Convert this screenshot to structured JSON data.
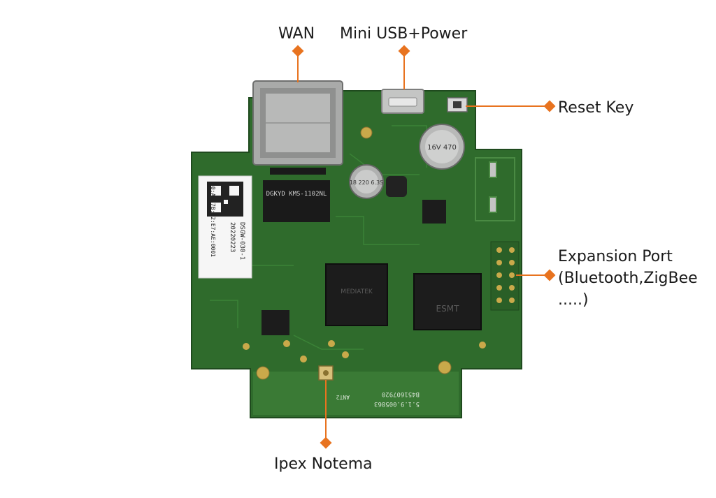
{
  "labels": {
    "wan": "WAN",
    "mini_usb_power": "Mini USB+Power",
    "reset_key": "Reset Key",
    "expansion_port": [
      "Expansion Port",
      "(Bluetooth,ZigBee",
      ".....)"
    ],
    "ipex_antenna": "Ipex Notema"
  },
  "board_markings": {
    "sticker_model": "DSGW-030-1",
    "sticker_date": "20220223",
    "sticker_mac": "30:AE:7B:E2:E7:AE:0001",
    "transformer": "DGKYD KMS-1102NL",
    "soc": "MEDIATEK",
    "ram": "ESMT",
    "serial": "B451607920",
    "version": "5.1.9.005863",
    "cap_small": "18 220 6.3S",
    "cap_large": "16V 470",
    "ant_label": "ANT2"
  },
  "colors": {
    "accent": "#e8731f",
    "pcb": "#2f6b2c",
    "pcb_dark": "#1f4a1e",
    "pcb_edge": "#3d7d36",
    "gold": "#c9a94a",
    "text": "#1b1b1b"
  }
}
